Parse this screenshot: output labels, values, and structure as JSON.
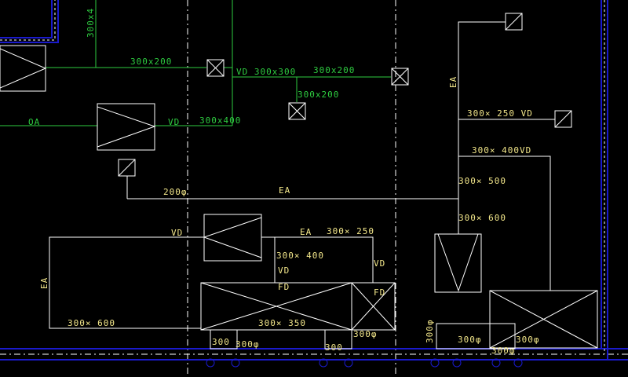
{
  "colors": {
    "background": "#000000",
    "line_white": "#ffffff",
    "line_green": "#2ecc40",
    "text_green": "#2ecc40",
    "text_yellow": "#f2e68a",
    "wall_blue": "#1a1acc",
    "grid_dash": "#ffffff"
  },
  "labels_green": {
    "d300x4": "300x4",
    "d300x200_a": "300x200",
    "vd_300x300": "VD 300x300",
    "d300x200_b": "300x200",
    "d300x200_c": "300x200",
    "oa": "OA",
    "vd_a": "VD",
    "d300x400_a": "300x400"
  },
  "labels_yellow": {
    "ea_vert_top": "EA",
    "d300x250_vd": "300× 250 VD",
    "d300x400_vd": "300× 400VD",
    "d300x500": "300× 500",
    "d300x600_a": "300× 600",
    "d200phi": "200φ",
    "ea_mid": "EA",
    "vd_b": "VD",
    "ea_b": "EA",
    "d300x250": "300× 250",
    "d300x400_b": "300× 400",
    "vd_c": "VD",
    "fd_a": "FD",
    "vd_d": "VD",
    "fd_b": "FD",
    "ea_vert_left": "EA",
    "d300x600_b": "300× 600",
    "d300x350": "300× 350",
    "d300_a": "300",
    "d300phi_a": "300φ",
    "d300_b": "300",
    "d300phi_b": "300φ",
    "d300phi_vert": "300φ",
    "d300phi_c": "300φ",
    "d300phi_d": "300φ",
    "d300phi_e": "300φ"
  }
}
